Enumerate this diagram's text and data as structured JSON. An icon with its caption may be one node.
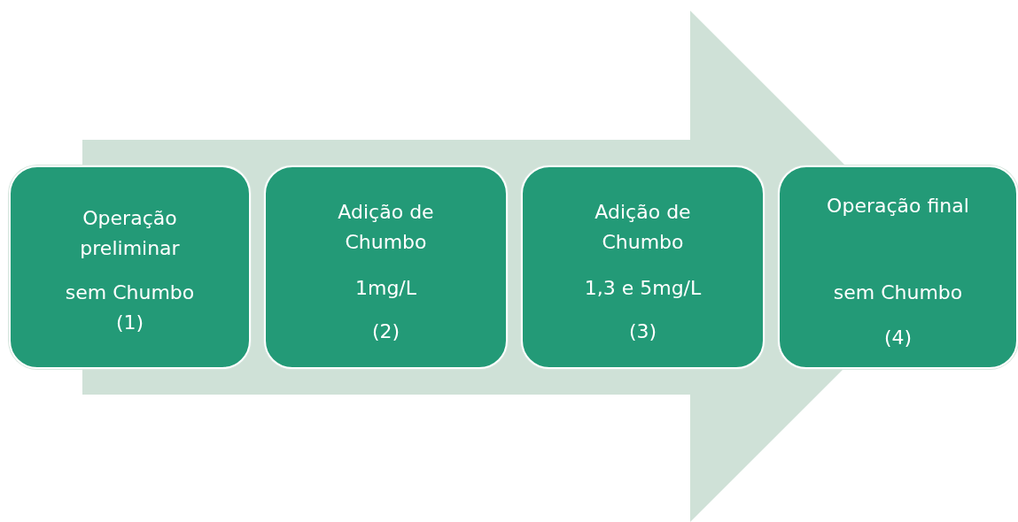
{
  "diagram": {
    "nodes": [
      {
        "text": [
          "Operação preliminar",
          "sem Chumbo",
          "(1)"
        ]
      },
      {
        "text": [
          "Adição de Chumbo",
          "1mg/L",
          "(2)"
        ]
      },
      {
        "text": [
          "Adição de Chumbo",
          "1,3 e 5mg/L",
          "(3)"
        ]
      },
      {
        "text": [
          "Operação final",
          "sem Chumbo",
          "(4)"
        ]
      }
    ],
    "edges": [
      {
        "from": 0,
        "to": 3,
        "arrow": "to"
      }
    ]
  }
}
